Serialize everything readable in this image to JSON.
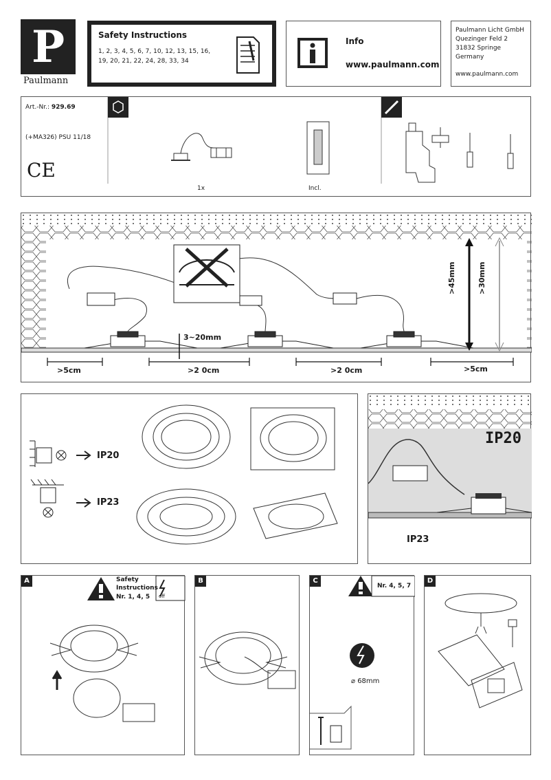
{
  "brand": {
    "name": "Paulmann",
    "letter": "P"
  },
  "safety": {
    "title": "Safety Instructions",
    "line1": "1, 2, 3, 4, 5, 6, 7, 10, 12, 13, 15, 16,",
    "line2": "19, 20, 21, 22, 24, 28, 33, 34"
  },
  "info": {
    "title": "Info",
    "url": "www.paulmann.com"
  },
  "address": {
    "l1": "Paulmann Licht GmbH",
    "l2": "Quezinger Feld 2",
    "l3": "31832 Springe",
    "l4": "Germany",
    "url": "www.paulmann.com"
  },
  "article": {
    "label": "Art.-Nr.:",
    "number": "929.69",
    "psu": "(+MA326) PSU 11/18",
    "ce": "CE",
    "qty": "1x",
    "incl": "Incl."
  },
  "install": {
    "gap": "3~20mm",
    "d_left": ">5cm",
    "d_mid1": ">2 0cm",
    "d_mid2": ">2 0cm",
    "d_right": ">5cm",
    "h1": ">45mm",
    "h2": ">30mm"
  },
  "ip": {
    "ip20": "IP20",
    "ip23": "IP23",
    "big": "IP20",
    "bottom": "IP23"
  },
  "panels": {
    "a": {
      "letter": "A",
      "warn1": "Safety",
      "warn2": "Instructions",
      "nr": "Nr. 1, 4, 5",
      "off": "off"
    },
    "b": {
      "letter": "B"
    },
    "c": {
      "letter": "C",
      "nr": "Nr. 4, 5, 7",
      "diam": "⌀ 68mm"
    },
    "d": {
      "letter": "D"
    }
  }
}
